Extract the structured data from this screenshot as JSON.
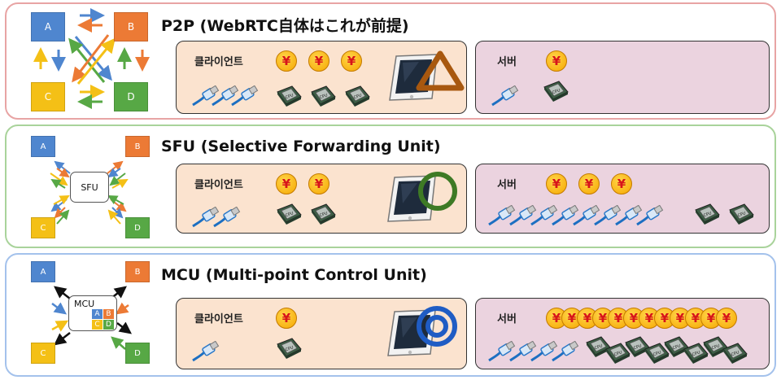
{
  "nodes": {
    "a": "A",
    "b": "B",
    "c": "C",
    "d": "D"
  },
  "colors": {
    "a": "#4f86cf",
    "b": "#ec7a35",
    "c": "#f4c016",
    "d": "#57a845",
    "yen": "#d7141a"
  },
  "icons": {
    "cost": "yen-coin-icon",
    "network": "lan-cable-icon",
    "cpu": "cpu-chip-icon",
    "device": "tablet-icon"
  },
  "p2p": {
    "title": "P2P (WebRTC自体はこれが前提)",
    "client": {
      "label": "클라이언트",
      "cost": 3,
      "network": 3,
      "cpu": 3,
      "rating": "triangle"
    },
    "server": {
      "label": "서버",
      "cost": 1,
      "network": 1,
      "cpu": 1
    }
  },
  "sfu": {
    "title": "SFU (Selective Forwarding Unit)",
    "hub": "SFU",
    "client": {
      "label": "클라이언트",
      "cost": 2,
      "network": 2,
      "cpu": 2,
      "rating": "circle"
    },
    "server": {
      "label": "서버",
      "cost": 3,
      "network": 8,
      "cpu": 2
    }
  },
  "mcu": {
    "title": "MCU (Multi-point Control Unit)",
    "hub": "MCU",
    "client": {
      "label": "클라이언트",
      "cost": 1,
      "network": 1,
      "cpu": 1,
      "rating": "double-circle"
    },
    "server": {
      "label": "서버",
      "cost": 12,
      "network": 4,
      "cpu": 8
    }
  },
  "yen_symbol": "¥",
  "cpu_text": "CPU"
}
